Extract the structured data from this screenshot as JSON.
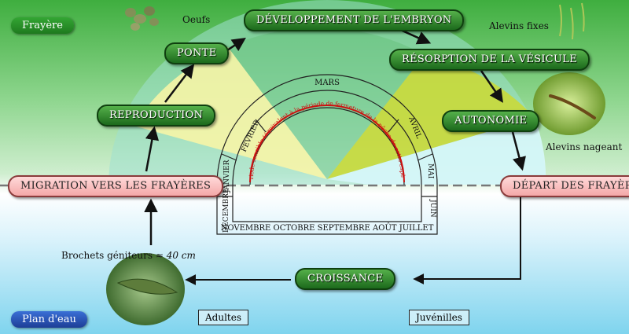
{
  "zones": {
    "upper": "Frayère",
    "lower": "Plan d'eau"
  },
  "stages": {
    "ponte": "PONTE",
    "developpement": "DÉVELOPPEMENT DE L'EMBRYON",
    "resorption": "RÉSORPTION DE LA VÉSICULE",
    "autonomie": "AUTONOMIE",
    "reproduction": "REPRODUCTION",
    "migration": "MIGRATION VERS LES FRAYÈRES",
    "depart": "DÉPART DES FRAYÈRES",
    "croissance": "CROISSANCE"
  },
  "labels": {
    "oeufs": "Oeufs",
    "alevins_fixes": "Alevins fixes",
    "alevins_nageant": "Alevins nageant",
    "brochets": "Brochets géniteurs ≈",
    "brochets_size": "40 cm",
    "adultes": "Adultes",
    "juveniles": "Juvénilles"
  },
  "calendar": {
    "mars": "MARS",
    "fevrier": "FEVRIER",
    "janvier": "JANVIER",
    "decembre": "DECEMBRE",
    "avril": "AVRIL",
    "mai": "MAI",
    "juin": "JUIN",
    "bottom": "NOVEMBRE OCTOBRE SEPTEMBRE AOÛT JUILLET",
    "sensitive": "Période sensible (équivalent à la période de fermeture de la pêche de cette espèce)"
  },
  "colors": {
    "pill_green": "#2e8b2e",
    "pill_pink": "#f4b6b6",
    "sensitive_red": "#cc1111",
    "zone_blue": "#2b54b8",
    "zone_green": "#2a9a2a"
  }
}
